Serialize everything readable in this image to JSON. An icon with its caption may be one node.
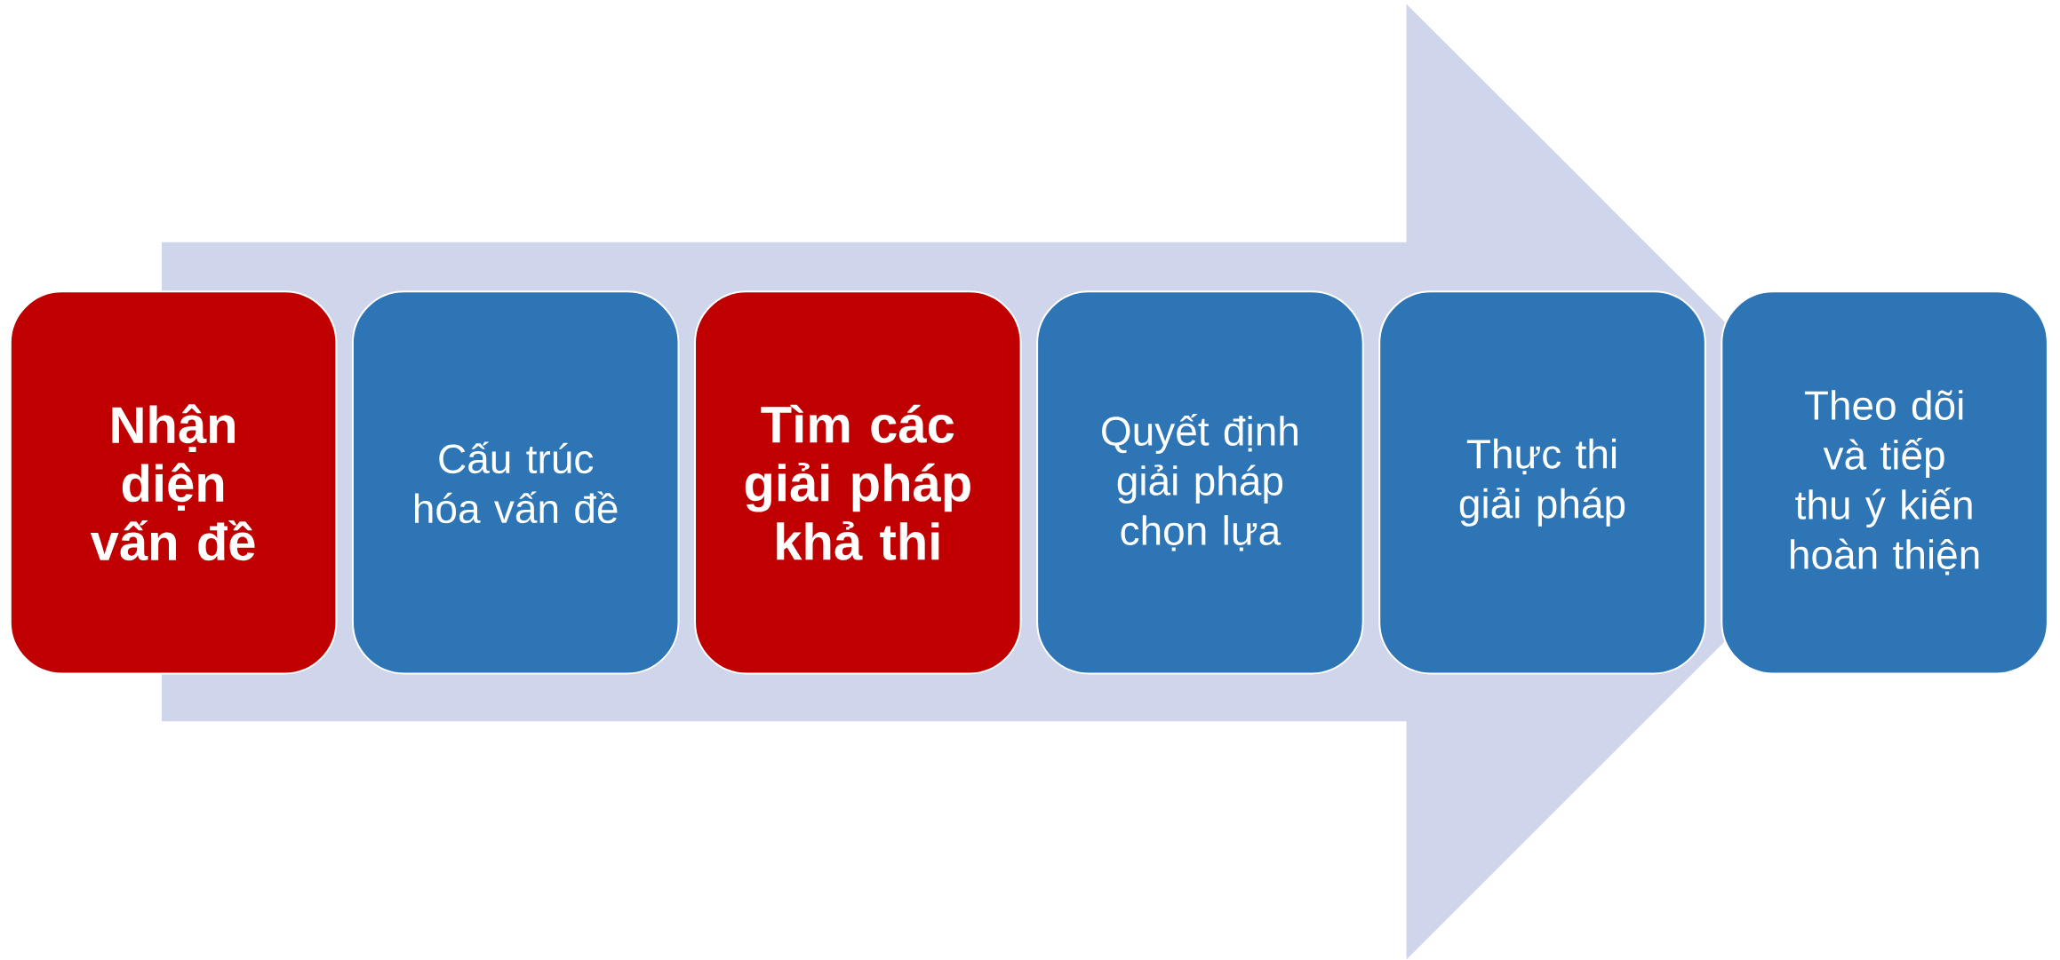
{
  "diagram": {
    "nodes": [
      {
        "text": [
          "Nhận diện vấn đề"
        ]
      },
      {
        "text": [
          "Cấu trúc hóa vấn đề"
        ]
      },
      {
        "text": [
          "Tìm các giải pháp khả thi"
        ]
      },
      {
        "text": [
          "Quyết định giải pháp chọn lựa"
        ]
      },
      {
        "text": [
          "Thực thi giải pháp"
        ]
      },
      {
        "text": [
          "Theo dõi và tiếp thu ý kiến hoàn thiện"
        ]
      }
    ],
    "edges": [
      {
        "from": 0,
        "to": 5,
        "arrow": "to"
      }
    ]
  }
}
